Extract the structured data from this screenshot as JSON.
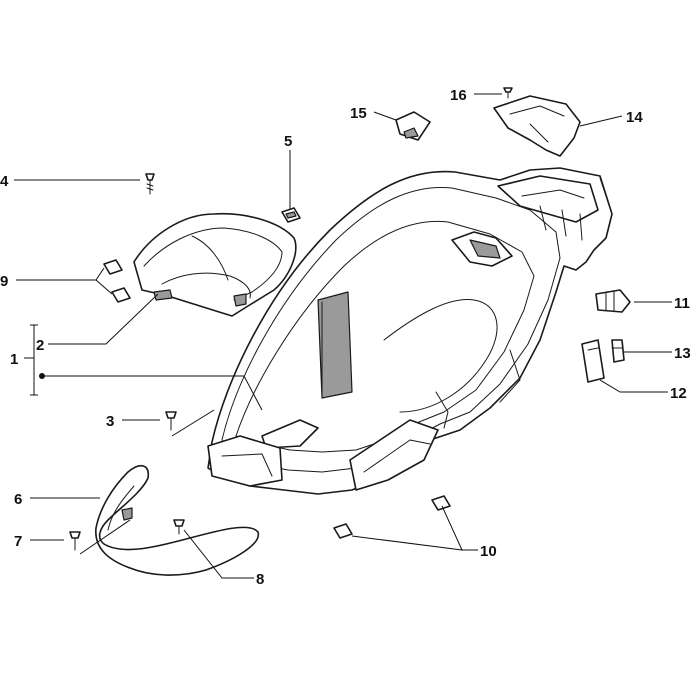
{
  "diagram": {
    "callouts": [
      {
        "id": "c1",
        "text": "1"
      },
      {
        "id": "c2",
        "text": "2"
      },
      {
        "id": "c3",
        "text": "3"
      },
      {
        "id": "c4",
        "text": "4"
      },
      {
        "id": "c5",
        "text": "5"
      },
      {
        "id": "c6",
        "text": "6"
      },
      {
        "id": "c7",
        "text": "7"
      },
      {
        "id": "c8",
        "text": "8"
      },
      {
        "id": "c9",
        "text": "9"
      },
      {
        "id": "c10",
        "text": "10"
      },
      {
        "id": "c11",
        "text": "11"
      },
      {
        "id": "c12",
        "text": "12"
      },
      {
        "id": "c13",
        "text": "13"
      },
      {
        "id": "c14",
        "text": "14"
      },
      {
        "id": "c15",
        "text": "15"
      },
      {
        "id": "c16",
        "text": "16"
      }
    ],
    "colors": {
      "line": "#1a1a1a",
      "shade": "#9a9a9a",
      "background": "#ffffff"
    }
  }
}
